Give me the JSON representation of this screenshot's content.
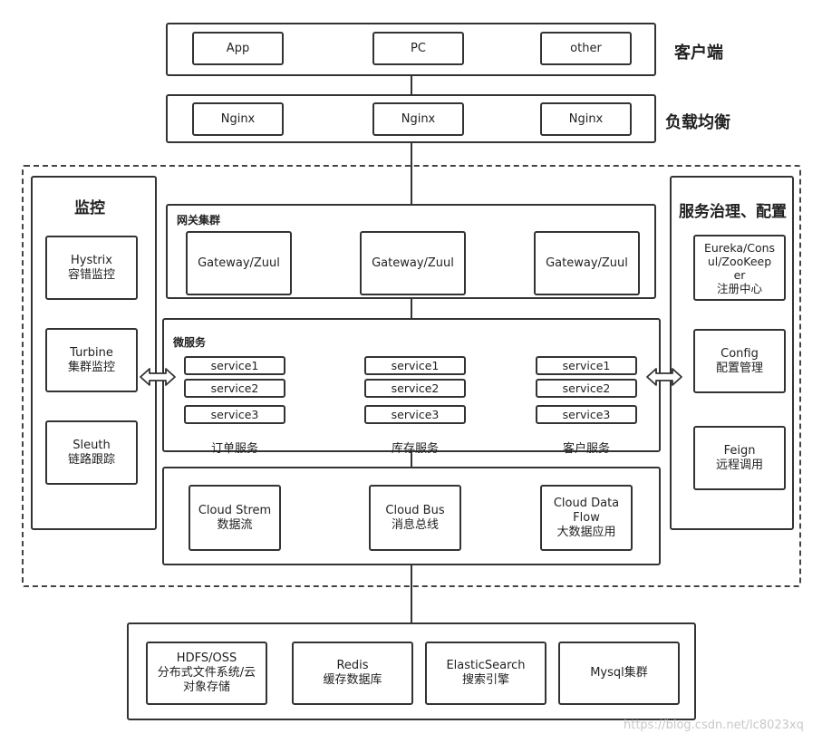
{
  "client": {
    "title": "客户端",
    "items": [
      "App",
      "PC",
      "other"
    ]
  },
  "lb": {
    "title": "负载均衡",
    "items": [
      "Nginx",
      "Nginx",
      "Nginx"
    ]
  },
  "monitor": {
    "title": "监控",
    "items": [
      {
        "line1": "Hystrix",
        "line2": "容错监控"
      },
      {
        "line1": "Turbine",
        "line2": "集群监控"
      },
      {
        "line1": "Sleuth",
        "line2": "链路跟踪"
      }
    ]
  },
  "governance": {
    "title": "服务治理、配置",
    "items": [
      {
        "line1": "Eureka/Cons",
        "line2": "ul/ZooKeep",
        "line3": "er",
        "line4": "注册中心"
      },
      {
        "line1": "Config",
        "line2": "配置管理"
      },
      {
        "line1": "Feign",
        "line2": "远程调用"
      }
    ]
  },
  "gateway": {
    "title": "网关集群",
    "items": [
      "Gateway/Zuul",
      "Gateway/Zuul",
      "Gateway/Zuul"
    ]
  },
  "micro": {
    "title": "微服务",
    "columns": [
      {
        "services": [
          "service1",
          "service2",
          "service3"
        ],
        "caption": "订单服务"
      },
      {
        "services": [
          "service1",
          "service2",
          "service3"
        ],
        "caption": "库存服务"
      },
      {
        "services": [
          "service1",
          "service2",
          "service3"
        ],
        "caption": "客户服务"
      }
    ]
  },
  "cloud": {
    "items": [
      {
        "line1": "Cloud Strem",
        "line2": "数据流"
      },
      {
        "line1": "Cloud Bus",
        "line2": "消息总线"
      },
      {
        "line1": "Cloud Data",
        "line2": "Flow",
        "line3": "大数据应用"
      }
    ]
  },
  "storage": {
    "items": [
      {
        "line1": "HDFS/OSS",
        "line2": "分布式文件系统/云",
        "line3": "对象存储"
      },
      {
        "line1": "Redis",
        "line2": "缓存数据库"
      },
      {
        "line1": "ElasticSearch",
        "line2": "搜索引擎"
      },
      {
        "line1": "Mysql集群"
      }
    ]
  },
  "watermark": "https://blog.csdn.net/lc8023xq"
}
